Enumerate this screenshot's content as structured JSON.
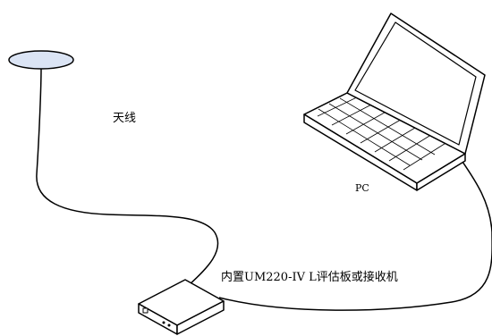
{
  "labels": {
    "antenna": "天线",
    "pc": "PC",
    "receiver": "内置UM220-IV L评估板或接收机"
  },
  "colors": {
    "line": "#000000",
    "antenna_fill": "#dbe4f4",
    "background": "#ffffff"
  },
  "icons": [
    "antenna-icon",
    "laptop-icon",
    "receiver-box-icon"
  ]
}
